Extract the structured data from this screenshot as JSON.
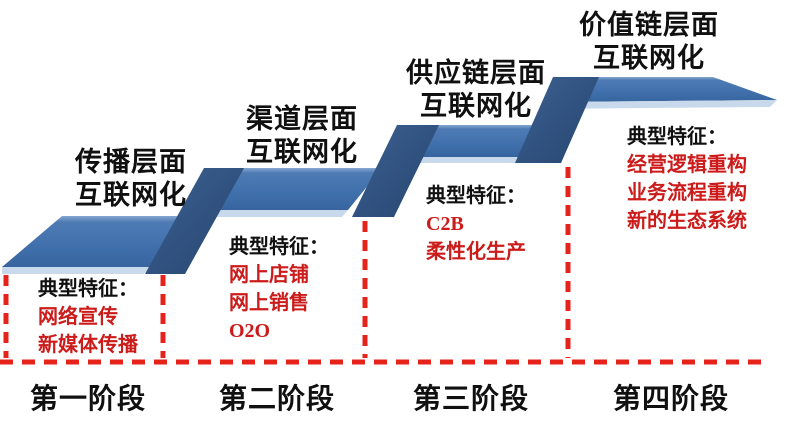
{
  "stages": [
    {
      "title_line1": "传播层面",
      "title_line2": "互联网化",
      "features_heading": "典型特征：",
      "features": [
        "网络宣传",
        "新媒体传播"
      ],
      "stage_label": "第一阶段"
    },
    {
      "title_line1": "渠道层面",
      "title_line2": "互联网化",
      "features_heading": "典型特征：",
      "features": [
        "网上店铺",
        "网上销售",
        "O2O"
      ],
      "stage_label": "第二阶段"
    },
    {
      "title_line1": "供应链层面",
      "title_line2": "互联网化",
      "features_heading": "典型特征：",
      "features": [
        "C2B",
        "柔性化生产"
      ],
      "stage_label": "第三阶段"
    },
    {
      "title_line1": "价值链层面",
      "title_line2": "互联网化",
      "features_heading": "典型特征：",
      "features": [
        "经营逻辑重构",
        "业务流程重构",
        "新的生态系统"
      ],
      "stage_label": "第四阶段"
    }
  ],
  "colors": {
    "step_surface_blue": "#4070ac",
    "step_surface_highlight": "#86a8d0",
    "step_front_strip": "#c7d9eb",
    "riser_dark_blue": "#2f5181",
    "feature_text_red": "#cb1b1a",
    "dashed_line_red": "#e5231b",
    "text_black": "#101010",
    "background": "#ffffff"
  }
}
